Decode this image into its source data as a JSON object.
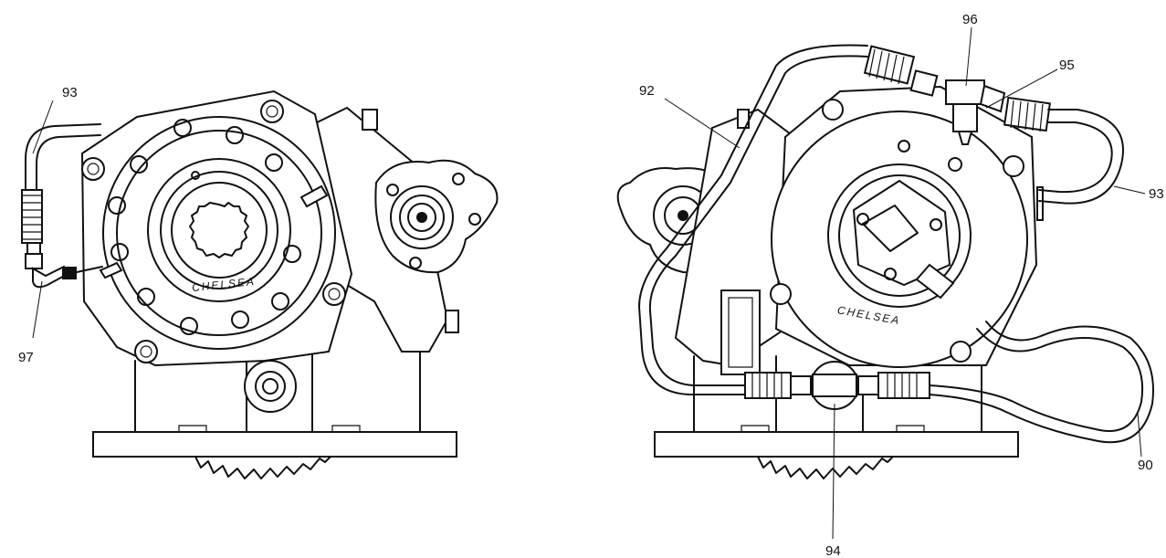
{
  "views": {
    "left": {
      "brand": "CHELSEA",
      "callouts": [
        "93",
        "97"
      ]
    },
    "right": {
      "brand": "CHELSEA",
      "callouts": [
        "96",
        "95",
        "92",
        "93",
        "90",
        "94"
      ]
    }
  }
}
